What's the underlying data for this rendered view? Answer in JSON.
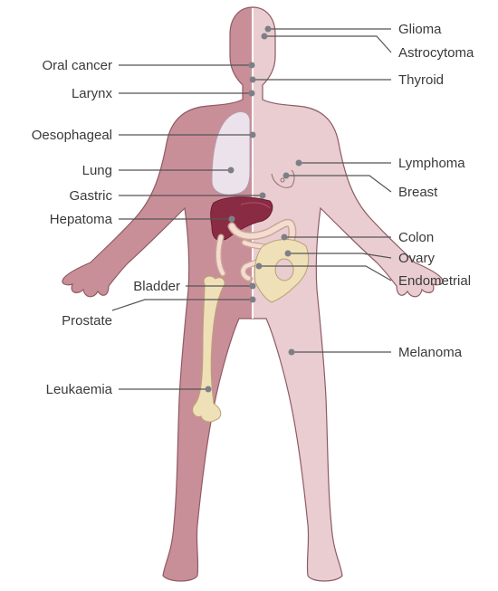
{
  "colors": {
    "body_dark": "#c98f99",
    "body_light": "#e9cdd1",
    "body_outline": "#8f5a64",
    "lung": "#ece2ec",
    "liver": "#8a2b44",
    "intestine": "#f3ddd0",
    "bone": "#efe0b8",
    "marker": "#7e7f86",
    "line": "#555555",
    "text": "#3a3a3a"
  },
  "labels": {
    "left": [
      {
        "id": "oral-cancer",
        "text": "Oral cancer"
      },
      {
        "id": "larynx",
        "text": "Larynx"
      },
      {
        "id": "oesophageal",
        "text": "Oesophageal"
      },
      {
        "id": "lung",
        "text": "Lung"
      },
      {
        "id": "gastric",
        "text": "Gastric"
      },
      {
        "id": "hepatoma",
        "text": "Hepatoma"
      },
      {
        "id": "bladder",
        "text": "Bladder"
      },
      {
        "id": "prostate",
        "text": "Prostate"
      },
      {
        "id": "leukaemia",
        "text": "Leukaemia"
      }
    ],
    "right": [
      {
        "id": "glioma",
        "text": "Glioma"
      },
      {
        "id": "astrocytoma",
        "text": "Astrocytoma"
      },
      {
        "id": "thyroid",
        "text": "Thyroid"
      },
      {
        "id": "lymphoma",
        "text": "Lymphoma"
      },
      {
        "id": "breast",
        "text": "Breast"
      },
      {
        "id": "colon",
        "text": "Colon"
      },
      {
        "id": "ovary",
        "text": "Ovary"
      },
      {
        "id": "endometrial",
        "text": "Endometrial"
      },
      {
        "id": "melanoma",
        "text": "Melanoma"
      }
    ]
  }
}
